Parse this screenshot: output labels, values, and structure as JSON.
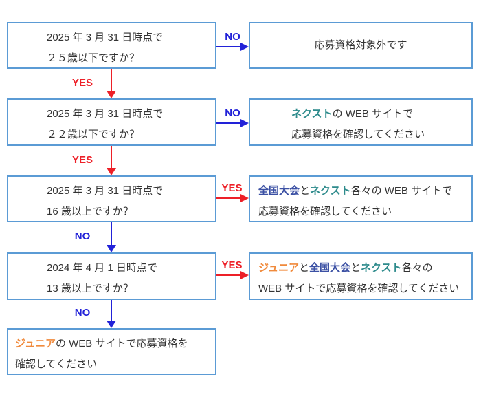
{
  "colors": {
    "text": "#333333",
    "border": "#5B9BD5",
    "blue": "#2222D8",
    "red": "#ED2028",
    "teal": "#2E8B8C",
    "navy": "#3C51A4",
    "orange": "#F08A3C"
  },
  "labels": {
    "yes": "YES",
    "no": "NO"
  },
  "q1": {
    "line1": "2025 年 3 月 31 日時点で",
    "line2": "２５歳以下ですか？"
  },
  "q2": {
    "line1": "2025 年 3 月 31 日時点で",
    "line2": "２２歳以下ですか？"
  },
  "q3": {
    "line1": "2025 年 3 月 31 日時点で",
    "line2": "16 歳以上ですか？"
  },
  "q4": {
    "line1": "2024 年 4 月 1 日時点で",
    "line2": "13 歳以上ですか？"
  },
  "r1": {
    "text": "応募資格対象外です"
  },
  "r2": {
    "brand": "ネクスト",
    "after": "の WEB サイトで",
    "line2": "応募資格を確認してください"
  },
  "r3": {
    "brand1": "全国大会",
    "sep": "と",
    "brand2": "ネクスト",
    "after": "各々の WEB サイトで",
    "line2": "応募資格を確認してください"
  },
  "r4": {
    "brand1": "ジュニア",
    "sep1": "と",
    "brand2": "全国大会",
    "sep2": "と",
    "brand3": "ネクスト",
    "after": "各々の",
    "line2": "WEB サイトで応募資格を確認してください"
  },
  "r5": {
    "brand": "ジュニア",
    "after": "の WEB サイトで応募資格を",
    "line2": "確認してください"
  }
}
